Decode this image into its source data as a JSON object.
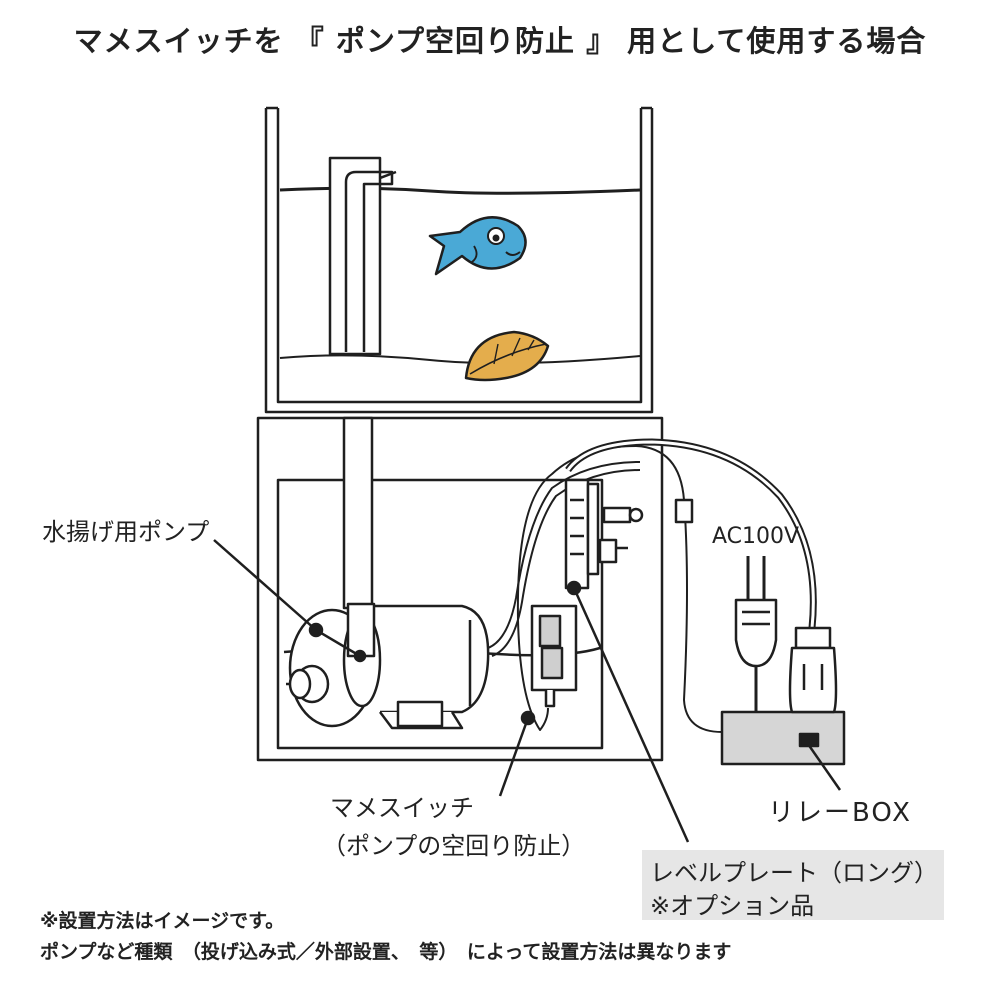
{
  "title": "マメスイッチを 『 ポンプ空回り防止 』 用として使用する場合",
  "labels": {
    "pump": "水揚げ用ポンプ",
    "ac": "AC100V",
    "switch_line1": "マメスイッチ",
    "switch_line2": "（ポンプの空回り防止）",
    "relay": "リレーBOX",
    "level_plate_line1": "レベルプレート（ロング）",
    "level_plate_line2": "※オプション品"
  },
  "notes": {
    "line1": "※設置方法はイメージです。",
    "line2": "ポンプなど種類　（投げ込み式／外部設置、　等）　によって設置方法は異なります"
  },
  "colors": {
    "line": "#1f1f1f",
    "fish": "#4aa9d6",
    "leaf": "#e4ad4c",
    "gray_fill": "#d6d6d6",
    "label_bg": "#e6e6e6"
  },
  "icons": {
    "fish": "fish-icon",
    "leaf": "leaf-icon",
    "plug": "plug-icon",
    "socket": "socket-icon"
  }
}
